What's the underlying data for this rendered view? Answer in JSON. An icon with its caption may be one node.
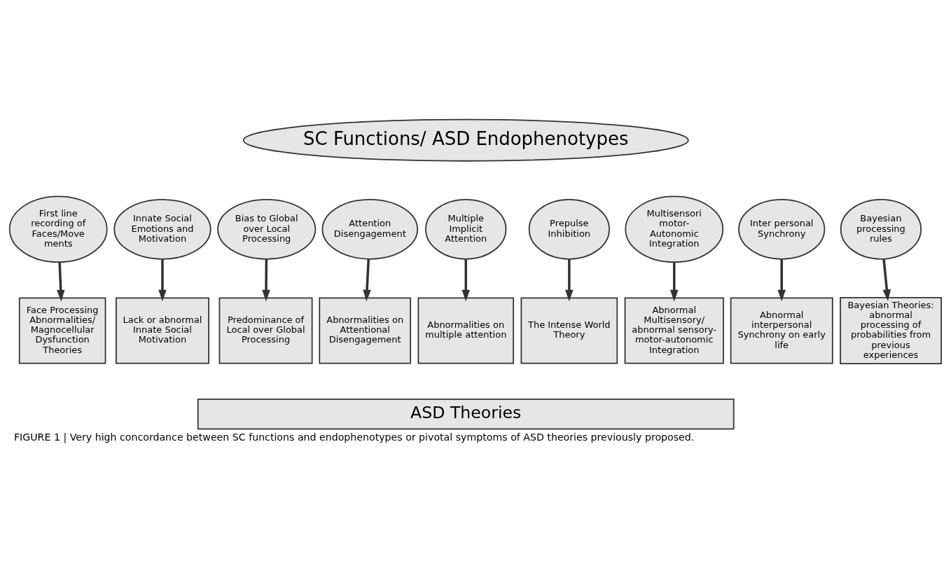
{
  "diagram": {
    "caption": "FIGURE 1 | Very high concordance between SC functions and endophenotypes or pivotal symptoms of ASD theories previously proposed.",
    "nodes": [
      {
        "text": [
          "SC Functions/ ASD Endophenotypes"
        ]
      },
      {
        "text": [
          "First line recording of Faces/Move ments"
        ]
      },
      {
        "text": [
          "Innate Social Emotions and Motivation"
        ]
      },
      {
        "text": [
          "Bias to Global over Local Processing"
        ]
      },
      {
        "text": [
          "Attention Disengagement"
        ]
      },
      {
        "text": [
          "Multiple Implicit Attention"
        ]
      },
      {
        "text": [
          "Prepulse Inhibition"
        ]
      },
      {
        "text": [
          "Multisensori motor- Autonomic Integration"
        ]
      },
      {
        "text": [
          "Inter personal Synchrony"
        ]
      },
      {
        "text": [
          "Bayesian processing rules"
        ]
      },
      {
        "text": [
          "Face Processing Abnormalities/ Magnocellular Dysfunction Theories"
        ]
      },
      {
        "text": [
          "Lack or abnormal Innate Social Motivation"
        ]
      },
      {
        "text": [
          "Predominance of Local over Global Processing"
        ]
      },
      {
        "text": [
          "Abnormalities on Attentional Disengagement"
        ]
      },
      {
        "text": [
          "Abnormalities on multiple attention"
        ]
      },
      {
        "text": [
          "The Intense World Theory"
        ]
      },
      {
        "text": [
          "Abnormal Multisensory/ abnormal sensory- motor-autonomic Integration"
        ]
      },
      {
        "text": [
          "Abnormal interpersonal Synchrony on early life"
        ]
      },
      {
        "text": [
          "Bayesian Theories: abnormal processing of probabilities from previous experiences"
        ]
      },
      {
        "text": [
          "ASD Theories"
        ]
      }
    ],
    "edges": [
      {
        "from": 1,
        "to": 10,
        "arrow": "to"
      },
      {
        "from": 2,
        "to": 11,
        "arrow": "to"
      },
      {
        "from": 3,
        "to": 12,
        "arrow": "to"
      },
      {
        "from": 4,
        "to": 13,
        "arrow": "to"
      },
      {
        "from": 5,
        "to": 14,
        "arrow": "to"
      },
      {
        "from": 6,
        "to": 15,
        "arrow": "to"
      },
      {
        "from": 7,
        "to": 16,
        "arrow": "to"
      },
      {
        "from": 8,
        "to": 17,
        "arrow": "to"
      },
      {
        "from": 9,
        "to": 18,
        "arrow": "to"
      }
    ]
  }
}
